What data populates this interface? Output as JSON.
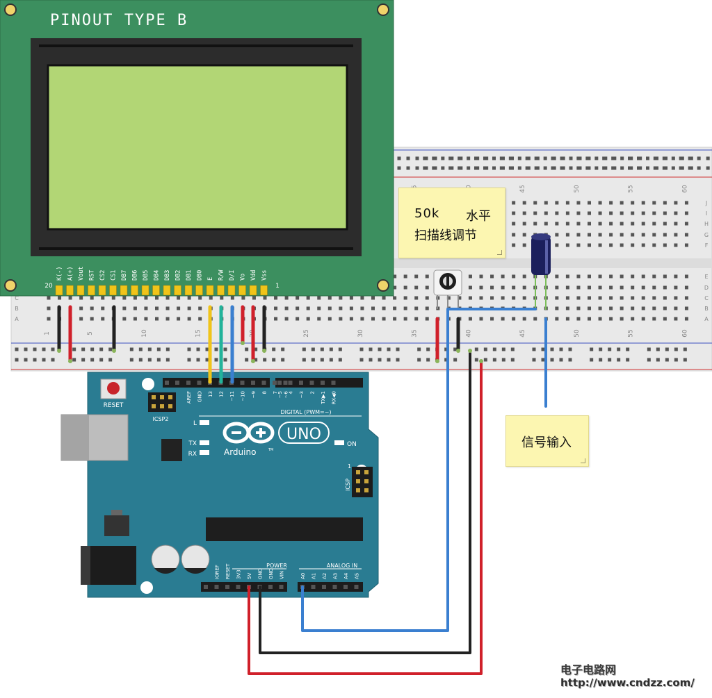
{
  "lcd": {
    "title": "PINOUT TYPE B",
    "pin_labels": [
      "K(-)",
      "A(+)",
      "Vout",
      "RST",
      "CS2",
      "CS1",
      "DB7",
      "DB6",
      "DB5",
      "DB4",
      "DB3",
      "DB2",
      "DB1",
      "DB0",
      "E",
      "R/W",
      "D/I",
      "Vo",
      "Vdd",
      "Vss"
    ],
    "pin_first": "20",
    "pin_last": "1"
  },
  "breadboard": {
    "col_numbers": [
      "1",
      "5",
      "10",
      "15",
      "20",
      "25",
      "30",
      "35",
      "40",
      "45",
      "50",
      "55",
      "60"
    ],
    "row_letters_top": [
      "J",
      "I",
      "H",
      "G",
      "F"
    ],
    "row_letters_bottom": [
      "E",
      "D",
      "C",
      "B",
      "A"
    ]
  },
  "notes": {
    "pot_value": "50k",
    "pot_label": "水平",
    "pot_desc": "扫描线调节",
    "signal": "信号输入"
  },
  "arduino": {
    "reset": "RESET",
    "icsp2": "ICSP2",
    "icsp": "ICSP",
    "digital": "DIGITAL (PWM=~)",
    "digital_pins": [
      "AREF",
      "GND",
      "13",
      "12",
      "~11",
      "~10",
      "~9",
      "8",
      "7",
      "~6",
      "~5",
      "4",
      "~3",
      "2",
      "TX▶1",
      "RX◀0"
    ],
    "led_l": "L",
    "led_tx": "TX",
    "led_rx": "RX",
    "on": "ON",
    "uno": "UNO",
    "brand": "Arduino",
    "tm": "TM",
    "power": "POWER",
    "power_pins": [
      "IOREF",
      "RESET",
      "3V3",
      "5V",
      "GND",
      "GND",
      "VIN"
    ],
    "analog": "ANALOG IN",
    "analog_pins": [
      "A0",
      "A1",
      "A2",
      "A3",
      "A4",
      "A5"
    ]
  },
  "watermark": {
    "site": "电子电路网",
    "url": "http://www.cndzz.com/"
  },
  "colors": {
    "pcb_green": "#3c8f5f",
    "lcd_screen": "#b2d675",
    "arduino_blue": "#2a7c92",
    "wire_red": "#d0202a",
    "wire_black": "#222222",
    "wire_blue": "#3a7fd0",
    "wire_yellow": "#f0c419",
    "wire_teal": "#22b39a"
  }
}
